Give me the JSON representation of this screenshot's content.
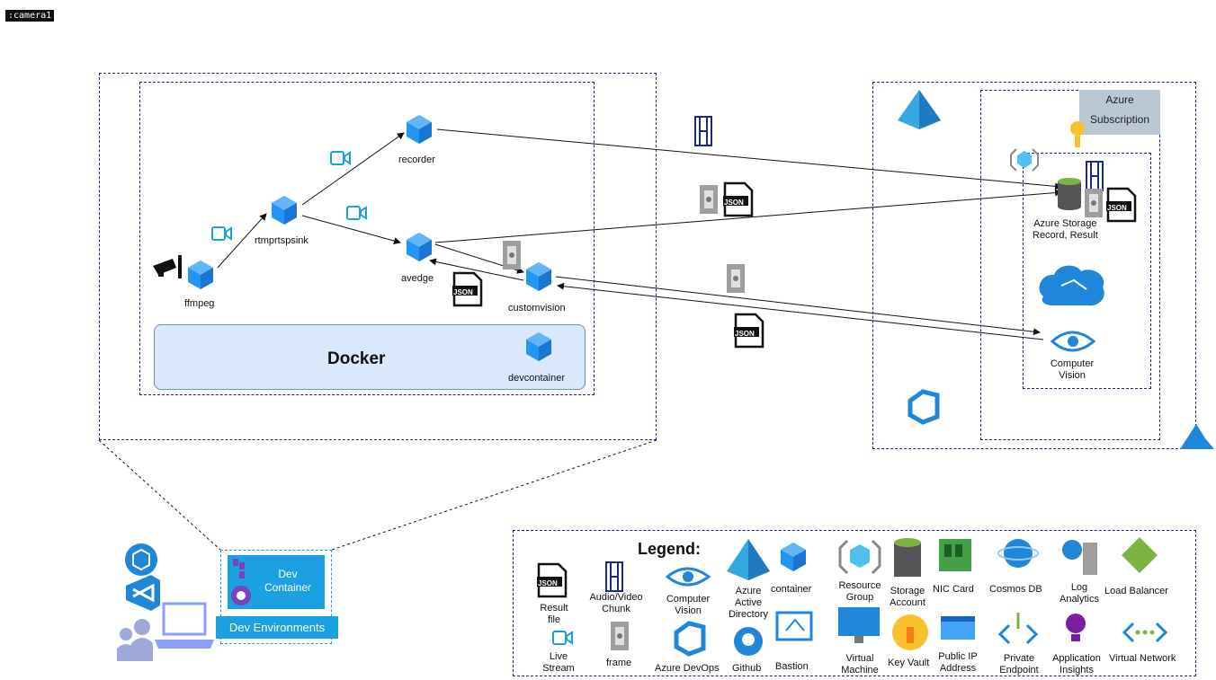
{
  "tag": ":camera1",
  "nodes": {
    "recorder": "recorder",
    "rtmp": "rtmprtspsink",
    "avedge": "avedge",
    "ffmpeg": "ffmpeg",
    "customvision": "customvision",
    "devcontainer": "devcontainer",
    "docker": "Docker"
  },
  "azure": {
    "subscription_line1": "Azure",
    "subscription_line2": "Subscription",
    "storage_line1": "Azure Storage",
    "storage_line2": "Record, Result",
    "cv_line1": "Computer",
    "cv_line2": "Vision"
  },
  "dev": {
    "container_line1": "Dev",
    "container_line2": "Container",
    "environments": "Dev Environments"
  },
  "legend": {
    "title": "Legend:",
    "items": [
      {
        "l1": "Result",
        "l2": "file"
      },
      {
        "l1": "Audio/Video",
        "l2": "Chunk"
      },
      {
        "l1": "Computer",
        "l2": "Vision"
      },
      {
        "l1": "Azure",
        "l2": "Active",
        "l3": "Directory"
      },
      {
        "l1": "container"
      },
      {
        "l1": "Resource",
        "l2": "Group"
      },
      {
        "l1": "Storage",
        "l2": "Account"
      },
      {
        "l1": "NIC Card"
      },
      {
        "l1": "Cosmos DB"
      },
      {
        "l1": "Log",
        "l2": "Analytics"
      },
      {
        "l1": "Load Balancer"
      },
      {
        "l1": "Live",
        "l2": "Stream"
      },
      {
        "l1": "frame"
      },
      {
        "l1": "Azure DevOps"
      },
      {
        "l1": "Github"
      },
      {
        "l1": "Bastion"
      },
      {
        "l1": "Virtual",
        "l2": "Machine"
      },
      {
        "l1": "Key Vault"
      },
      {
        "l1": "Public IP",
        "l2": "Address"
      },
      {
        "l1": "Private",
        "l2": "Endpoint"
      },
      {
        "l1": "Application",
        "l2": "Insights"
      },
      {
        "l1": "Virtual Network"
      }
    ]
  },
  "json_badge": "JSON",
  "colors": {
    "accent": "#1ba1e2",
    "cube": "#2196f3",
    "dash": "#1a1a8c",
    "docker_fill": "#dae8fc",
    "sub_fill": "#bac8d3"
  }
}
